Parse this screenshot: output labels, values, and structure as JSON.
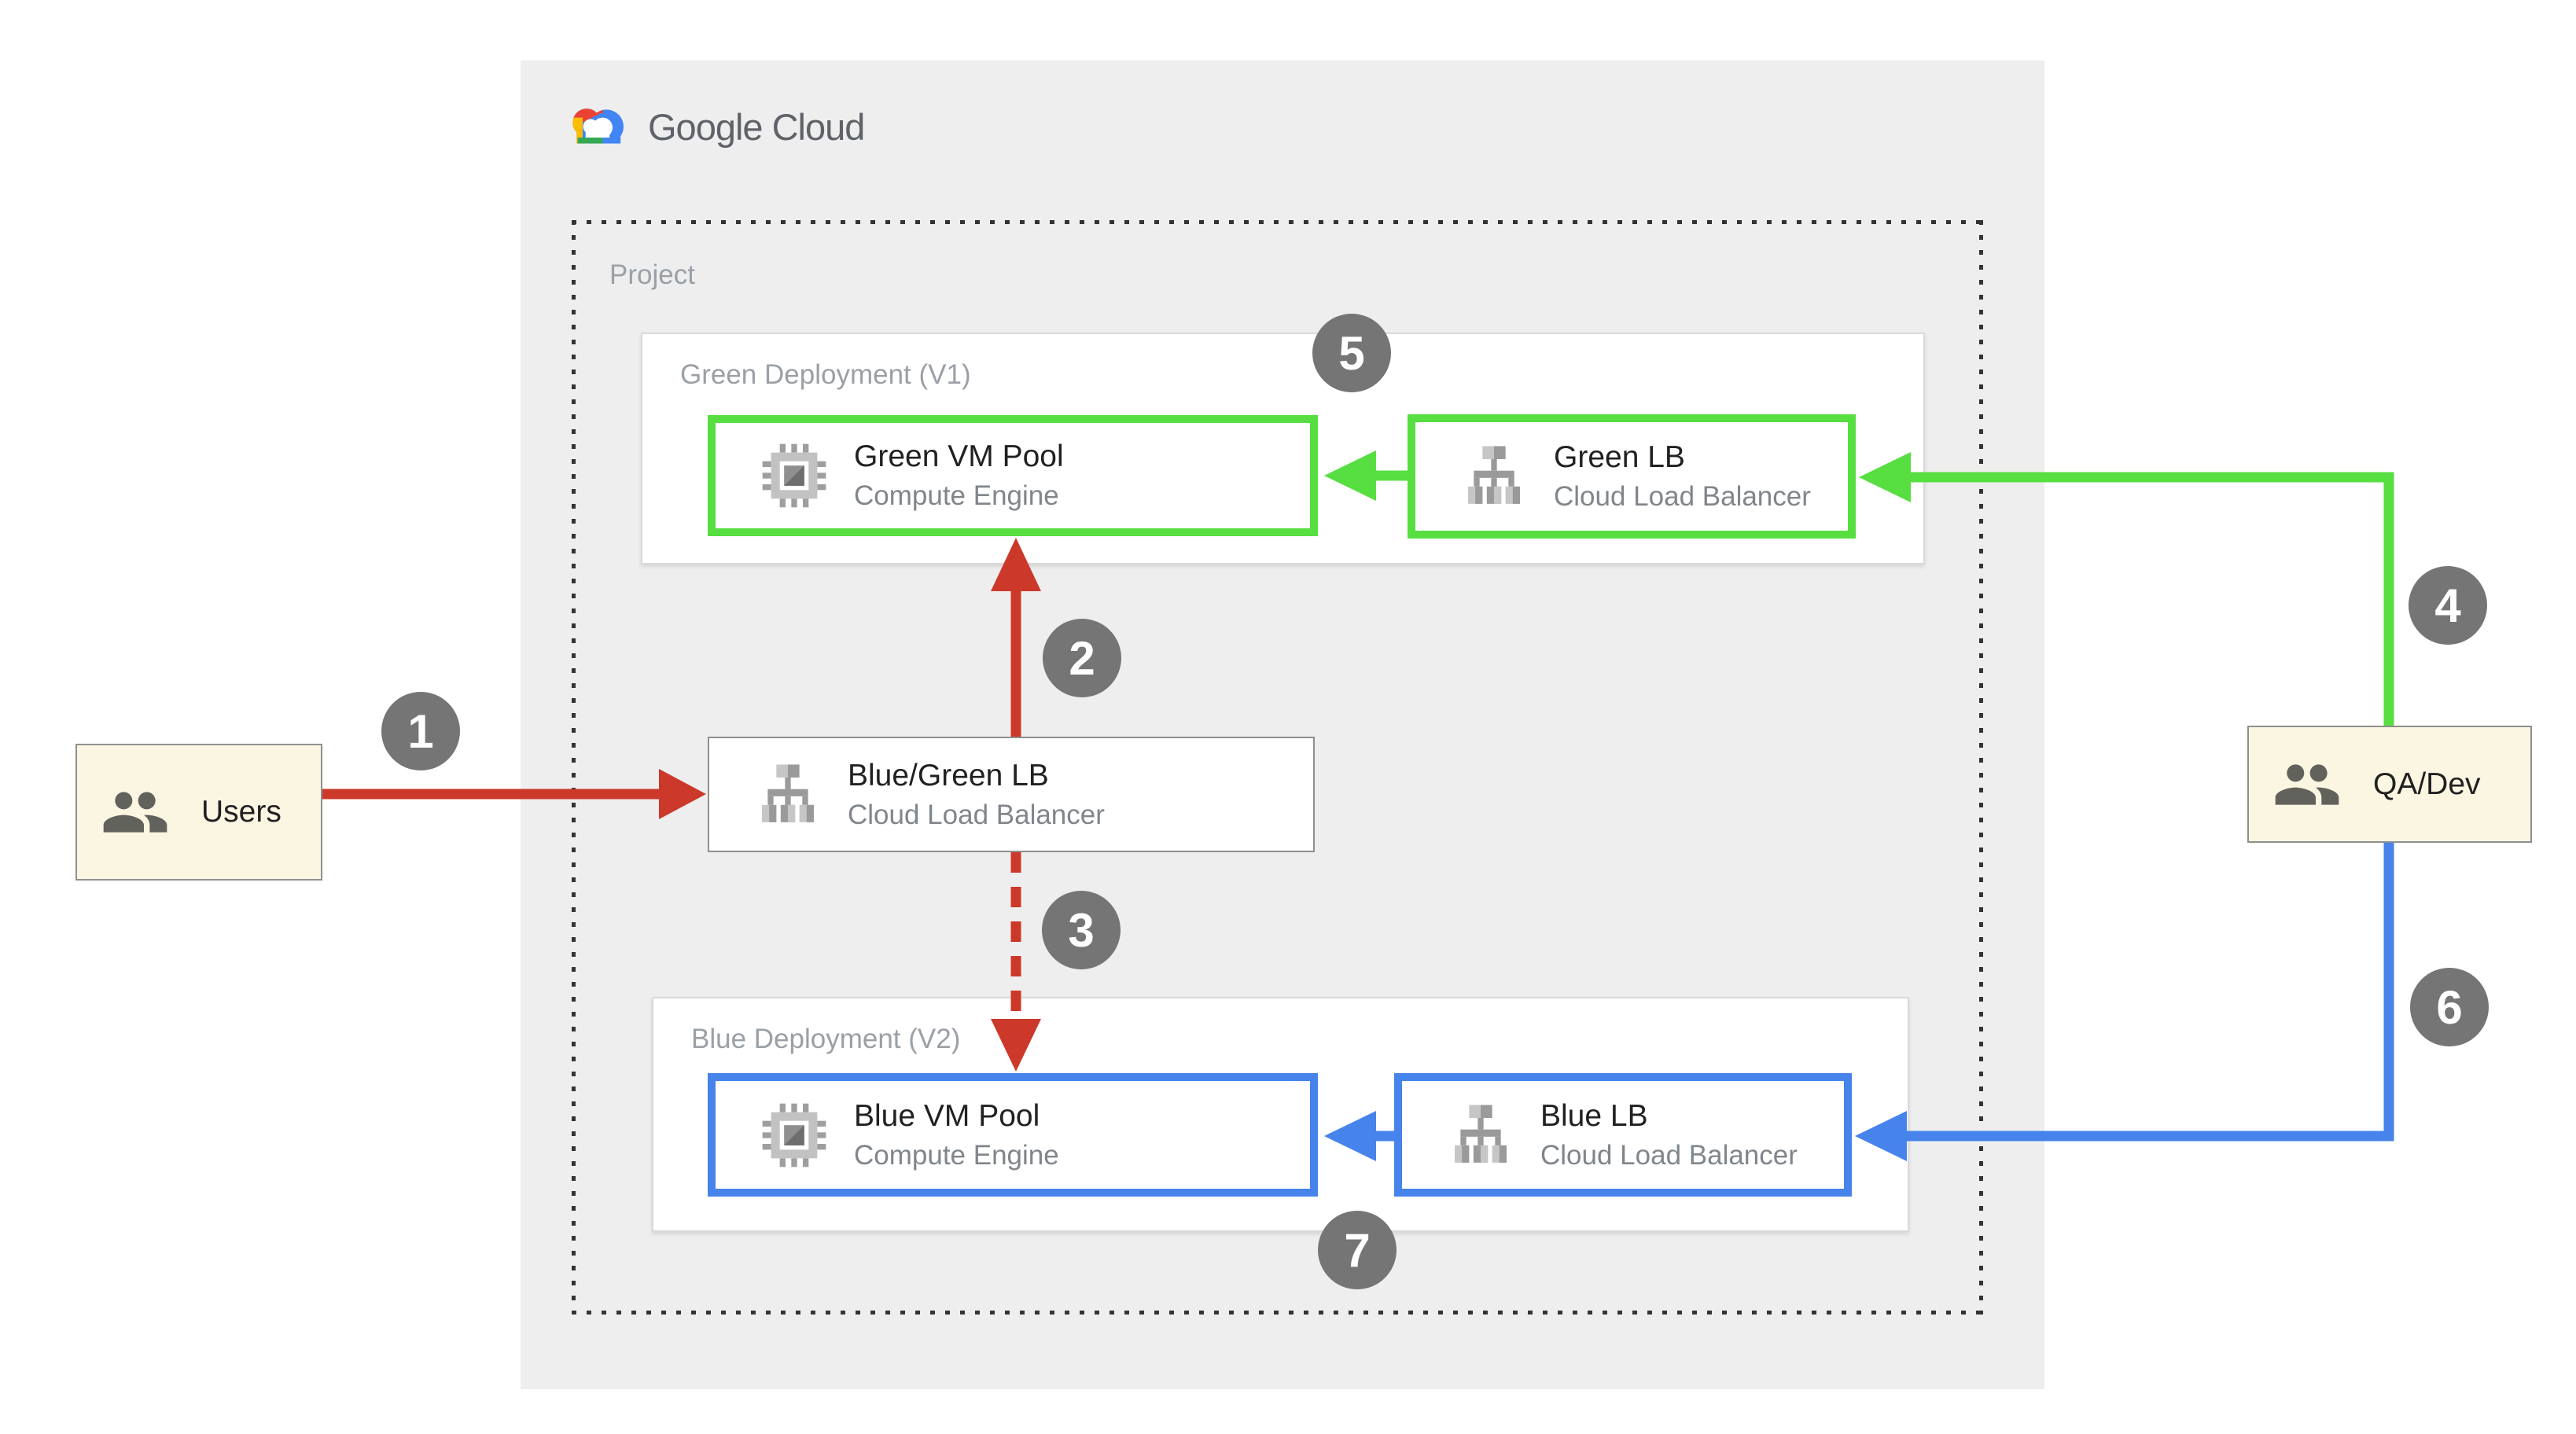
{
  "header": {
    "logo_text": "Google Cloud"
  },
  "project": {
    "label": "Project"
  },
  "deployments": {
    "green": {
      "label": "Green Deployment (V1)"
    },
    "blue": {
      "label": "Blue Deployment (V2)"
    }
  },
  "nodes": {
    "green_vm_pool": {
      "title": "Green VM Pool",
      "subtitle": "Compute Engine"
    },
    "green_lb": {
      "title": "Green LB",
      "subtitle": "Cloud Load Balancer"
    },
    "bluegreen_lb": {
      "title": "Blue/Green LB",
      "subtitle": "Cloud Load Balancer"
    },
    "blue_vm_pool": {
      "title": "Blue VM Pool",
      "subtitle": "Compute Engine"
    },
    "blue_lb": {
      "title": "Blue LB",
      "subtitle": "Cloud Load Balancer"
    }
  },
  "actors": {
    "users": {
      "label": "Users"
    },
    "qa_dev": {
      "label": "QA/Dev"
    }
  },
  "steps": [
    "1",
    "2",
    "3",
    "4",
    "5",
    "6",
    "7"
  ],
  "colors": {
    "red_arrow": "#cc382a",
    "green_accent": "#57de41",
    "blue_accent": "#4683ea",
    "badge_gray": "#757575",
    "panel_gray": "#eeeeee",
    "actor_cream": "#faf6e2",
    "label_gray": "#9aa0a6",
    "subtitle_gray": "#80868b"
  }
}
